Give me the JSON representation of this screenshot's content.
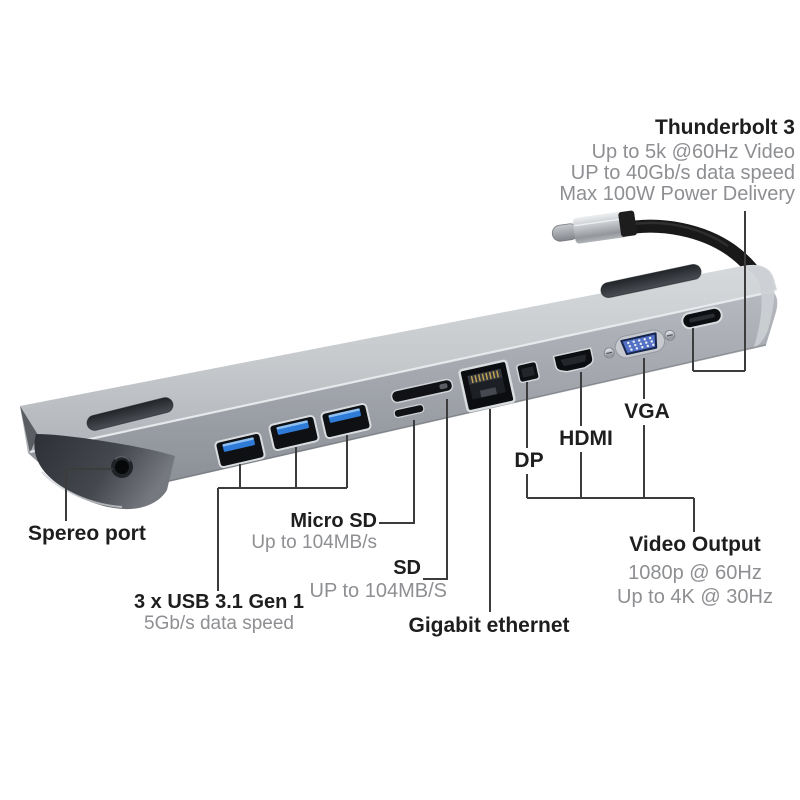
{
  "page": {
    "type": "product-diagram",
    "subject": "11-in-1 USB-C docking station hub"
  },
  "colors": {
    "bg": "#ffffff",
    "label_color": "#1e1e1e",
    "sub_color": "#8e8f92",
    "line_color": "#3c3c3c",
    "usb_blue": "#2f7bd8",
    "vga_blue": "#5372c6"
  },
  "device": {
    "body_color": "#a8acb2",
    "ports": [
      "stereo-jack",
      "usb-a-1",
      "usb-a-2",
      "usb-a-3",
      "sd-card-slot",
      "micro-sd-slot",
      "gigabit-ethernet",
      "mini-displayport",
      "hdmi",
      "vga",
      "usb-c-pd",
      "thunderbolt3-cable"
    ]
  },
  "annotations": {
    "thunderbolt": {
      "title": "Thunderbolt 3",
      "lines": [
        "Up to 5k @60Hz Video",
        "UP to 40Gb/s data speed",
        "Max 100W Power Delivery"
      ]
    },
    "stereo": {
      "title": "Spereo port"
    },
    "usb": {
      "title": "3 x USB 3.1 Gen 1",
      "subtitle": "5Gb/s data speed"
    },
    "micro_sd": {
      "title": "Micro SD",
      "subtitle": "Up to 104MB/s"
    },
    "sd": {
      "title": "SD",
      "subtitle": "UP to 104MB/S"
    },
    "ethernet": {
      "title": "Gigabit ethernet"
    },
    "dp": {
      "title": "DP"
    },
    "hdmi": {
      "title": "HDMI"
    },
    "vga": {
      "title": "VGA"
    },
    "video_output": {
      "title": "Video Output",
      "lines": [
        "1080p @ 60Hz",
        "Up to 4K @ 30Hz"
      ]
    }
  }
}
